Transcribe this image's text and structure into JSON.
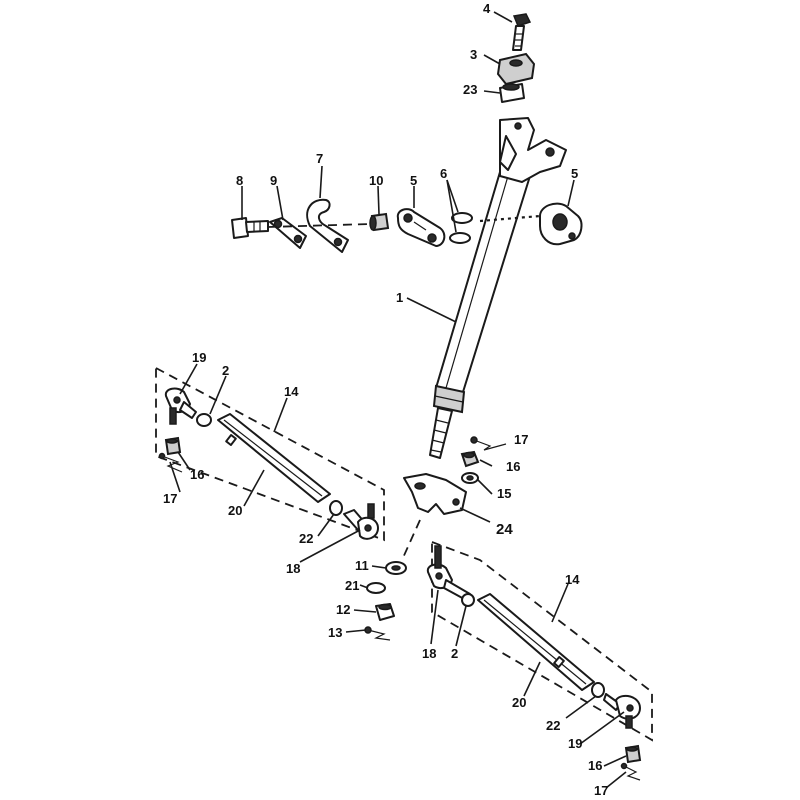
{
  "diagram": {
    "callouts": {
      "c1": "1",
      "c2a": "2",
      "c2b": "2",
      "c3": "3",
      "c4": "4",
      "c5a": "5",
      "c5b": "5",
      "c6": "6",
      "c7": "7",
      "c8": "8",
      "c9": "9",
      "c10": "10",
      "c11": "11",
      "c12": "12",
      "c13": "13",
      "c14a": "14",
      "c14b": "14",
      "c15": "15",
      "c16a": "16",
      "c16b": "16",
      "c16c": "16",
      "c17a": "17",
      "c17b": "17",
      "c17c": "17",
      "c18a": "18",
      "c18b": "18",
      "c19a": "19",
      "c19b": "19",
      "c20a": "20",
      "c20b": "20",
      "c21": "21",
      "c22a": "22",
      "c22b": "22",
      "c23": "23",
      "c24": "24"
    }
  }
}
